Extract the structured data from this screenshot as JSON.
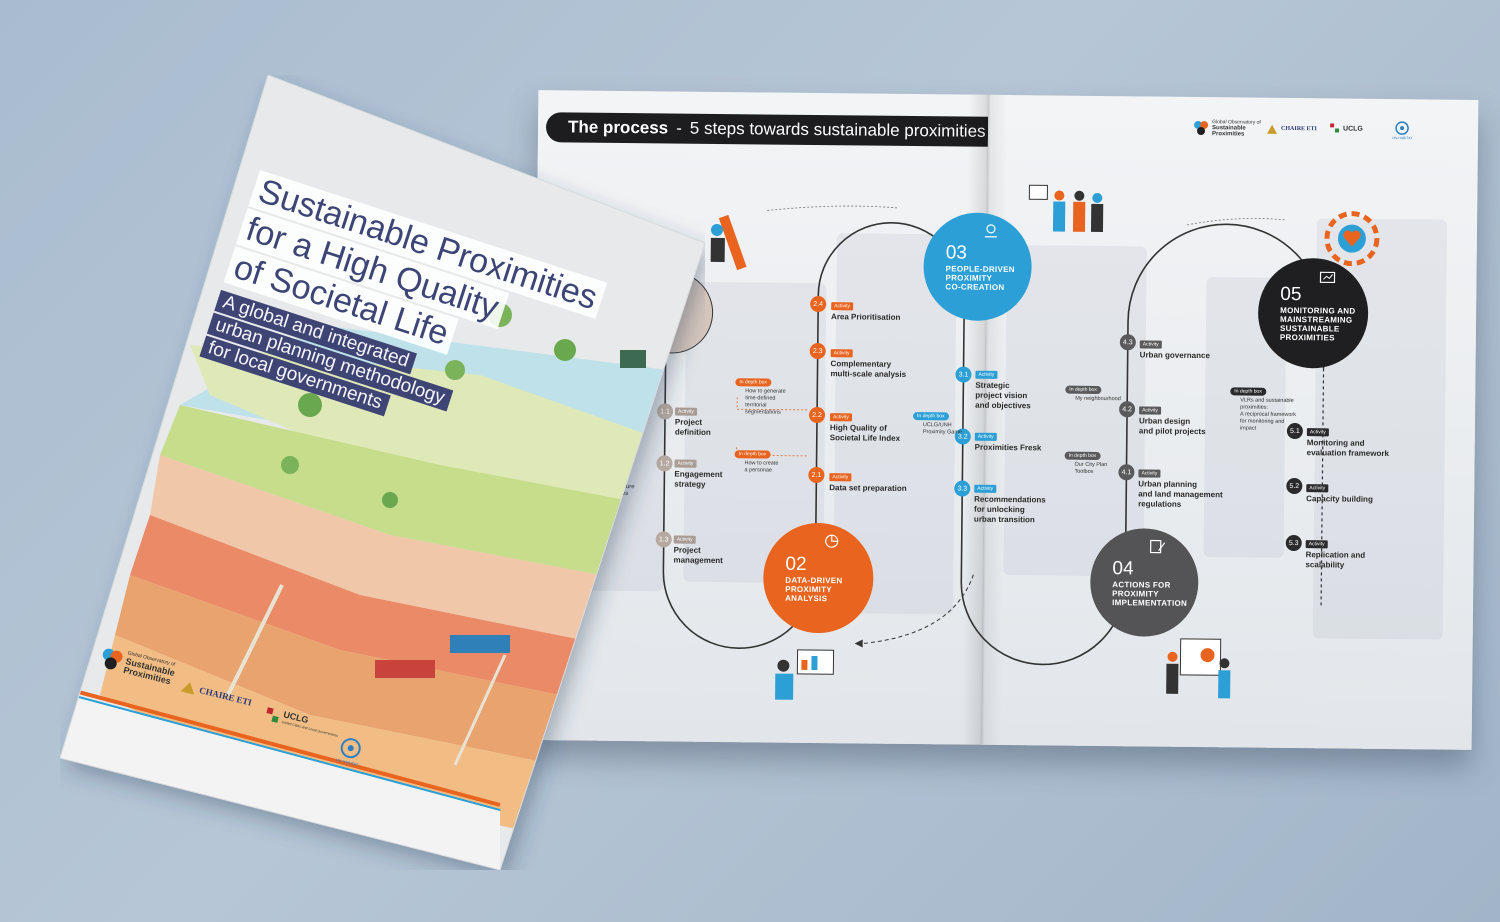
{
  "cover": {
    "title_lines": [
      "Sustainable Proximities",
      "for a High Quality",
      "of Societal Life"
    ],
    "subtitle_lines": [
      "A global and integrated",
      "urban planning methodology",
      "for local governments"
    ],
    "logos": {
      "gosp_small": "Global Observatory of",
      "gosp_main": "Sustainable",
      "gosp_main2": "Proximities",
      "chaire": "CHAIRE ETI",
      "uclg": "UCLG",
      "uclg_sub": "United Cities and Local Governments",
      "unhabitat": "UN-HABITAT"
    }
  },
  "spread": {
    "header": {
      "bold": "The process",
      "sep": "-",
      "rest": "5 steps towards sustainable proximities"
    },
    "logos": {
      "gosp_small": "Global Observatory of",
      "gosp_main": "Sustainable",
      "gosp_main2": "Proximities",
      "chaire": "CHAIRE ETI",
      "uclg": "UCLG",
      "unhabitat": "UN-HABITAT"
    },
    "steps": [
      {
        "num": "02",
        "title": "DATA-DRIVEN\nPROXIMITY\nANALYSIS",
        "color": "#e8641f"
      },
      {
        "num": "03",
        "title": "PEOPLE-DRIVEN\nPROXIMITY\nCO-CREATION",
        "color": "#2b9fd6"
      },
      {
        "num": "04",
        "title": "ACTIONS FOR\nPROXIMITY\nIMPLEMENTATION",
        "color": "#545456"
      },
      {
        "num": "05",
        "title": "MONITORING AND\nMAINSTREAMING\nSUSTAINABLE\nPROXIMITIES",
        "color": "#1f1f21"
      }
    ],
    "activity_tag": "Activity",
    "depth_tag": "In depth box",
    "step1": [
      {
        "n": "1.1",
        "label": "Project\ndefinition"
      },
      {
        "n": "1.2",
        "label": "Engagement\nstrategy"
      },
      {
        "n": "1.3",
        "label": "Project\nmanagement"
      }
    ],
    "step1_partial": "...measure\n...imities",
    "step2": [
      {
        "n": "2.4",
        "label": "Area Prioritisation"
      },
      {
        "n": "2.3",
        "label": "Complementary\nmulti-scale analysis"
      },
      {
        "n": "2.2",
        "label": "High Quality of\nSocietal Life Index"
      },
      {
        "n": "2.1",
        "label": "Data set preparation"
      }
    ],
    "step2_depth": [
      {
        "text": "How to generate\ntime-defined\nterritorial\nsegmentations"
      },
      {
        "text": "How to create\na personae"
      }
    ],
    "step3": [
      {
        "n": "3.1",
        "label": "Strategic\nproject vision\nand objectives"
      },
      {
        "n": "3.2",
        "label": "Proximities Fresk"
      },
      {
        "n": "3.3",
        "label": "Recommendations\nfor unlocking\nurban transition"
      }
    ],
    "step3_depth": [
      {
        "text": "UCLG/UNH\nProximity Game"
      }
    ],
    "step4": [
      {
        "n": "4.3",
        "label": "Urban governance"
      },
      {
        "n": "4.2",
        "label": "Urban design\nand pilot projects"
      },
      {
        "n": "4.1",
        "label": "Urban planning\nand land management\nregulations"
      }
    ],
    "step4_depth": [
      {
        "text": "My neighbourhood"
      },
      {
        "text": "Our City Plan\nToolbox"
      }
    ],
    "step5": [
      {
        "n": "5.1",
        "label": "Monitoring and\nevaluation framework"
      },
      {
        "n": "5.2",
        "label": "Capacity building"
      },
      {
        "n": "5.3",
        "label": "Replication and\nscalability"
      }
    ],
    "step5_depth": [
      {
        "text": "VLRs and sustainable\nproximities:\nA reciprocal framework\nfor monitoring and\nimpact"
      }
    ]
  }
}
